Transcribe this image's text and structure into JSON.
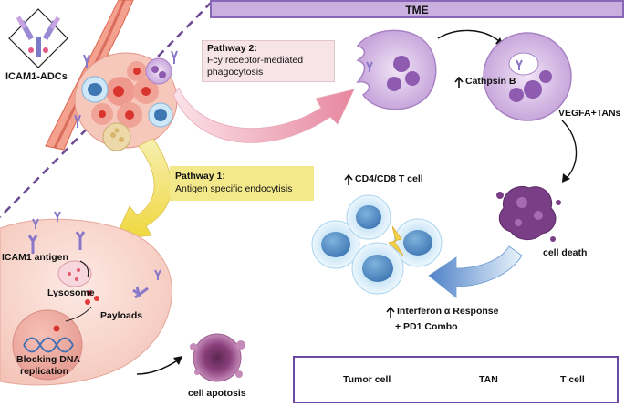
{
  "tme_label": "TME",
  "adc_label": "ICAM1-ADCs",
  "pathway2": {
    "title": "Pathway 2:",
    "line1": "Fcy receptor-mediated",
    "line2": "phagocytosis"
  },
  "pathway1": {
    "title": "Pathway 1:",
    "line1": "Antigen specific endocytisis"
  },
  "cathepsin": "Cathpsin B",
  "vegfa": "VEGFA+TANs",
  "cell_death": "cell death",
  "tcell_label": "CD4/CD8 T cell",
  "interferon": "Interferon α Response",
  "pd1": "+ PD1 Combo",
  "icam1_antigen": "ICAM1 antigen",
  "lysosome": "Lysosome",
  "payloads": "Payloads",
  "blocking_line1": "Blocking DNA",
  "blocking_line2": "replication",
  "apoptosis": "cell apotosis",
  "legend": {
    "tumor": "Tumor cell",
    "tan": "TAN",
    "tcell": "T cell"
  },
  "colors": {
    "tme_fill": "#c9b0df",
    "pathway1_box": "#f3e98a",
    "pathway2_box": "#f7e4e8",
    "tumor": "#e8807a",
    "tan": "#c8a8de",
    "tcell": "#8ec8ea"
  }
}
